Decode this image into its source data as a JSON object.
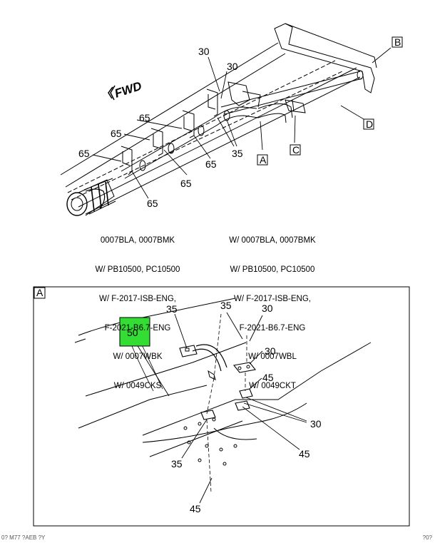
{
  "top_view": {
    "fwd_label": "FWD",
    "callouts": {
      "c30a": "30",
      "c30b": "30",
      "c65a": "65",
      "c65b": "65",
      "c65c": "65",
      "c65d": "65",
      "c65e": "65",
      "c35": "35"
    },
    "boxes": {
      "A": "A",
      "B": "B",
      "C": "C",
      "D": "D"
    },
    "note_left": [
      "0007BLA, 0007BMK",
      "W/ PB10500, PC10500",
      "W/ F-2017-ISB-ENG,",
      "F-2021-B6.7-ENG",
      "W/ 0007WBK",
      "W/ 0049CKS"
    ],
    "note_right": [
      "W/ 0007BLA, 0007BMK",
      "W/ PB10500, PC10500",
      "W/ F-2017-ISB-ENG,",
      "F-2021-B6.7-ENG",
      "W/ 0007WBL",
      "W/ 0049CKT"
    ]
  },
  "detail_view": {
    "frame_label": "A",
    "highlight_label": "50",
    "highlight_color": "#33dd33",
    "callouts": {
      "d35a": "35",
      "d35b": "35",
      "d30a": "30",
      "d30b": "30",
      "d45a": "45",
      "d30c": "30",
      "d45b": "45",
      "d35c": "35",
      "d45c": "45"
    }
  },
  "footer": {
    "left": "0? M77 ?AEB ?Y",
    "right": "?0?"
  }
}
